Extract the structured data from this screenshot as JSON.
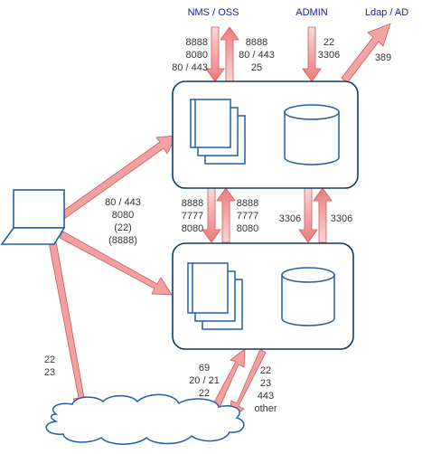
{
  "external": {
    "nms": "NMS / OSS",
    "admin": "ADMIN",
    "ldap": "Ldap / AD"
  },
  "ports": {
    "nms_in": [
      "8888",
      "8080",
      "80 / 443"
    ],
    "nms_out": [
      "8888",
      "80 / 443",
      "25"
    ],
    "admin": [
      "22",
      "3306"
    ],
    "ldap": "389",
    "laptop": [
      "80 / 443",
      "8080",
      "(22)",
      "(8888)"
    ],
    "sync_down": [
      "8888",
      "7777",
      "8080"
    ],
    "sync_up": [
      "8888",
      "7777",
      "8080"
    ],
    "db_down": "3306",
    "db_up": "3306",
    "laptop_cloud": [
      "22",
      "23"
    ],
    "cloud_in": [
      "69",
      "20 / 21",
      "22"
    ],
    "cloud_out": [
      "22",
      "23",
      "443",
      "other"
    ]
  },
  "colors": {
    "arrow_fill": "#f08c8c",
    "arrow_stroke": "#cc5a5a",
    "box_stroke": "#0d3b66",
    "icon_stroke": "#1f5fa8",
    "label_blue": "#1a1aa6"
  }
}
